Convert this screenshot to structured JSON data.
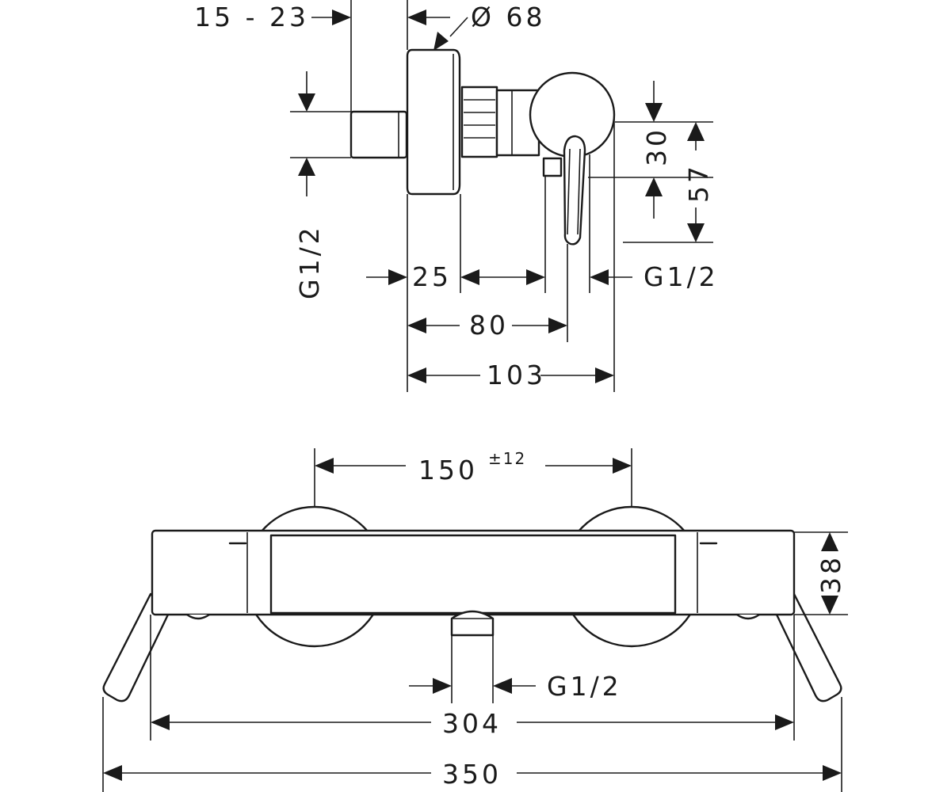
{
  "side_view": {
    "dims": {
      "inlet_depth": "15 - 23",
      "escutcheon_diameter": "Ø 68",
      "thread_left": "G1/2",
      "depth_25": "25",
      "thread_right": "G1/2",
      "depth_80": "80",
      "depth_103": "103",
      "height_30": "30",
      "height_57": "57"
    }
  },
  "front_view": {
    "dims": {
      "centres": "150",
      "centres_tolerance": "±12",
      "height_38": "38",
      "thread_outlet": "G1/2",
      "length_304": "304",
      "length_350": "350"
    }
  }
}
